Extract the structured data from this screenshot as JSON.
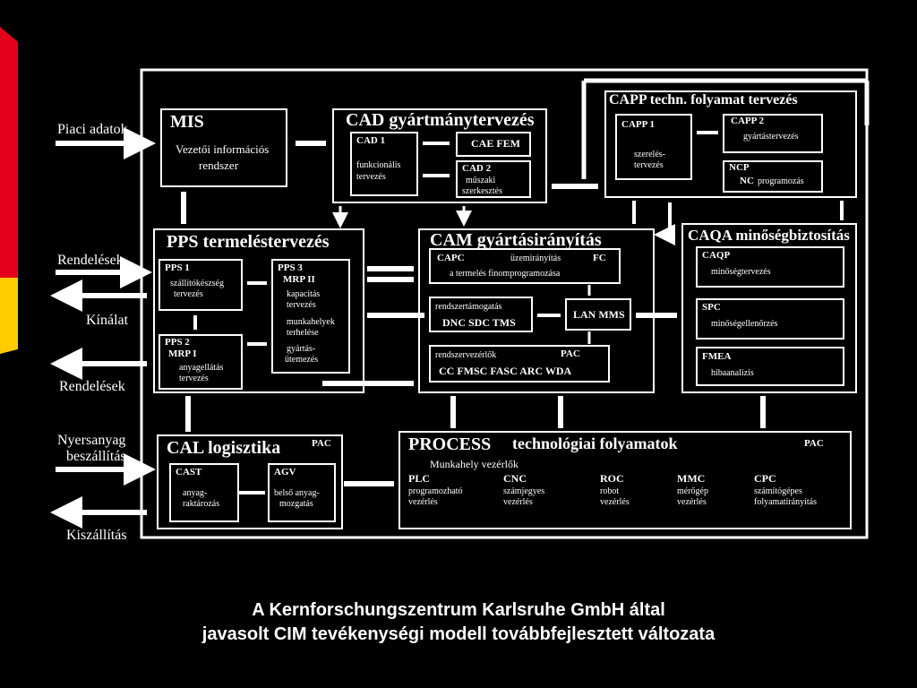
{
  "side_labels": {
    "piaci_adatok": "Piaci adatok",
    "rendelesek_1": "Rendelések",
    "kinalat": "Kínálat",
    "rendelesek_2": "Rendelések",
    "nyersanyag_1": "Nyersanyag",
    "nyersanyag_2": "beszállítás",
    "kiszallitas": "Kiszállítás"
  },
  "mis": {
    "title": "MIS",
    "desc_1": "Vezetői információs",
    "desc_2": "rendszer"
  },
  "cad": {
    "title": "CAD gyártmánytervezés",
    "cad1_title": "CAD 1",
    "cad1_desc_1": "funkcionális",
    "cad1_desc_2": "tervezés",
    "cae": "CAE FEM",
    "cad2_title": "CAD 2",
    "cad2_desc_1": "műszaki",
    "cad2_desc_2": "szerkesztés"
  },
  "capp": {
    "title": "CAPP techn. folyamat tervezés",
    "capp1_title": "CAPP 1",
    "capp1_desc_1": "szerelés-",
    "capp1_desc_2": "tervezés",
    "capp2_title": "CAPP 2",
    "capp2_desc": "gyártástervezés",
    "ncp_title": "NCP",
    "ncp_nc": "NC",
    "ncp_desc": "programozás"
  },
  "pps": {
    "title": "PPS termeléstervezés",
    "pps1_title": "PPS 1",
    "pps1_desc_1": "szállítókészség",
    "pps1_desc_2": "tervezés",
    "pps3_title": "PPS 3",
    "pps3_sub": "MRP II",
    "pps3_d1": "kapacitás",
    "pps3_d2": "tervezés",
    "pps3_d3": "munkahelyek",
    "pps3_d4": "terhelése",
    "pps3_d5": "gyártás-",
    "pps3_d6": "ütemezés",
    "pps2_title": "PPS 2",
    "pps2_sub": "MRP I",
    "pps2_desc_1": "anyagellátás",
    "pps2_desc_2": "tervezés"
  },
  "cam": {
    "title": "CAM gyártásirányítás",
    "capc": "CAPC",
    "capc_right": "üzemirányítás",
    "fc": "FC",
    "capc_desc": "a termelés finomprogramozása",
    "dnc_label": "rendszertámogatás",
    "dnc": "DNC SDC TMS",
    "lan": "LAN MMS",
    "ctrl_label": "rendszervezérlők",
    "pac": "PAC",
    "ctrl": "CC FMSC FASC ARC WDA"
  },
  "caqa": {
    "title": "CAQA minőségbiztosítás",
    "caqp": "CAQP",
    "caqp_desc": "minőségtervezés",
    "spc": "SPC",
    "spc_desc": "minőségellenőrzés",
    "fmea": "FMEA",
    "fmea_desc": "hibaanalízis"
  },
  "cal": {
    "title": "CAL logisztika",
    "pac": "PAC",
    "cast": "CAST",
    "cast_d1": "anyag-",
    "cast_d2": "raktározás",
    "agv": "AGV",
    "agv_d1": "belső anyag-",
    "agv_d2": "mozgatás"
  },
  "process": {
    "title": "PROCESS",
    "subtitle": "technológiai folyamatok",
    "pac": "PAC",
    "munkahely": "Munkahely vezérlők",
    "items": [
      {
        "code": "PLC",
        "d1": "programozható",
        "d2": "vezérlés"
      },
      {
        "code": "CNC",
        "d1": "számjegyes",
        "d2": "vezérlés"
      },
      {
        "code": "ROC",
        "d1": "robot",
        "d2": "vezérlés"
      },
      {
        "code": "MMC",
        "d1": "mérőgép",
        "d2": "vezérlés"
      },
      {
        "code": "CPC",
        "d1": "számítógépes",
        "d2": "folyamatirányítás"
      }
    ]
  },
  "caption": {
    "line1": "A Kernforschungszentrum Karlsruhe GmbH által",
    "line2": "javasolt CIM tevékenységi modell továbbfejlesztett változata"
  },
  "colors": {
    "background": "#000000",
    "lines": "#ffffff",
    "accent_red": "#e3001b",
    "accent_yellow": "#ffcc00"
  }
}
